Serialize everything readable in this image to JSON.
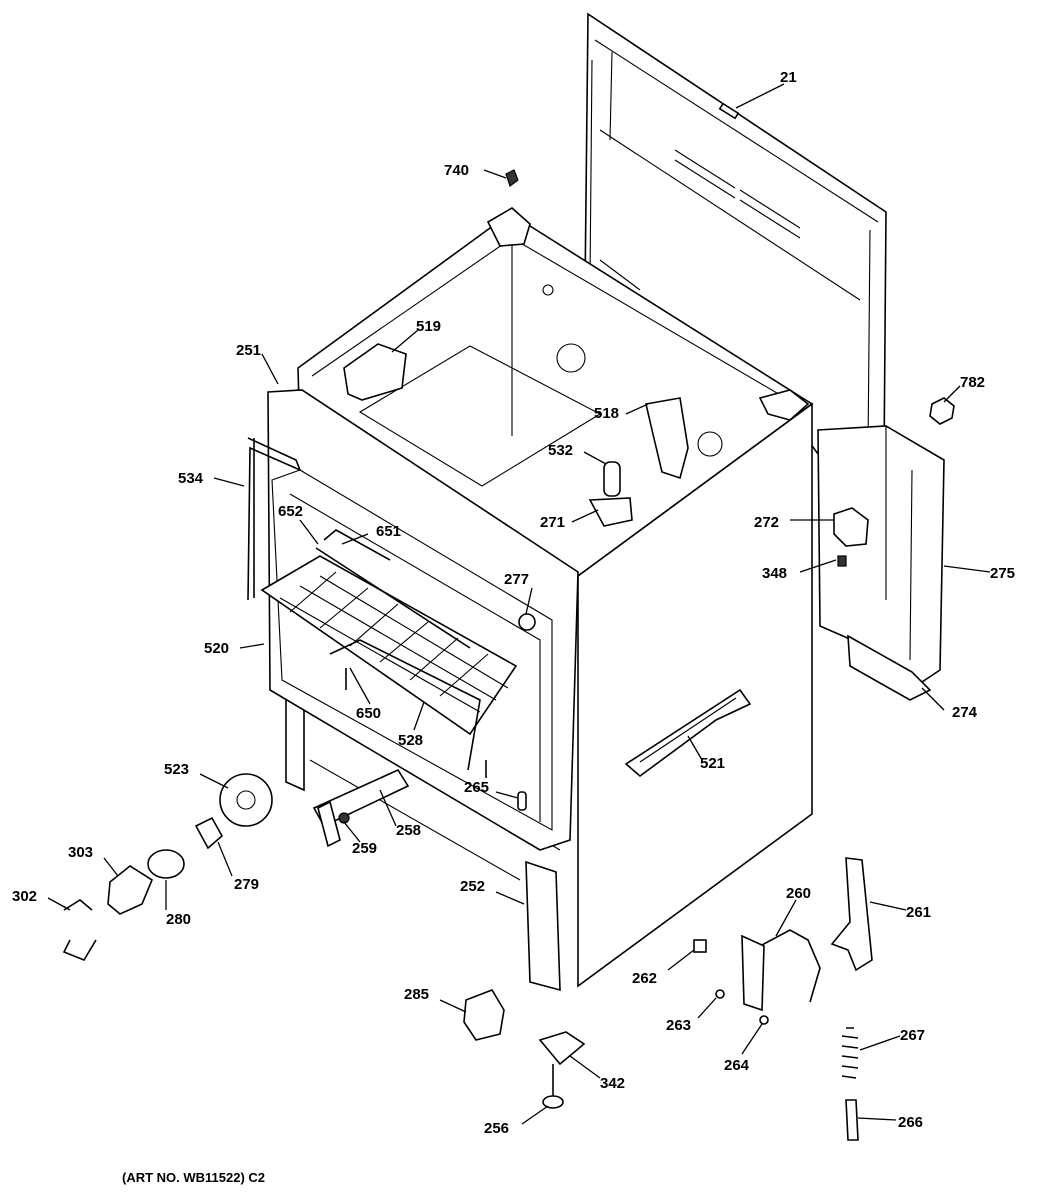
{
  "diagram": {
    "art_number": "(ART NO. WB11522) C2",
    "parts": [
      {
        "id": "p21",
        "label": "21"
      },
      {
        "id": "p740",
        "label": "740"
      },
      {
        "id": "p519",
        "label": "519"
      },
      {
        "id": "p251",
        "label": "251"
      },
      {
        "id": "p782",
        "label": "782"
      },
      {
        "id": "p518",
        "label": "518"
      },
      {
        "id": "p534",
        "label": "534"
      },
      {
        "id": "p532",
        "label": "532"
      },
      {
        "id": "p652",
        "label": "652"
      },
      {
        "id": "p651",
        "label": "651"
      },
      {
        "id": "p271",
        "label": "271"
      },
      {
        "id": "p272",
        "label": "272"
      },
      {
        "id": "p348",
        "label": "348"
      },
      {
        "id": "p275",
        "label": "275"
      },
      {
        "id": "p277",
        "label": "277"
      },
      {
        "id": "p520",
        "label": "520"
      },
      {
        "id": "p274",
        "label": "274"
      },
      {
        "id": "p650",
        "label": "650"
      },
      {
        "id": "p528",
        "label": "528"
      },
      {
        "id": "p521",
        "label": "521"
      },
      {
        "id": "p523",
        "label": "523"
      },
      {
        "id": "p265",
        "label": "265"
      },
      {
        "id": "p258",
        "label": "258"
      },
      {
        "id": "p303",
        "label": "303"
      },
      {
        "id": "p259",
        "label": "259"
      },
      {
        "id": "p279",
        "label": "279"
      },
      {
        "id": "p252",
        "label": "252"
      },
      {
        "id": "p260",
        "label": "260"
      },
      {
        "id": "p302",
        "label": "302"
      },
      {
        "id": "p280",
        "label": "280"
      },
      {
        "id": "p261",
        "label": "261"
      },
      {
        "id": "p262",
        "label": "262"
      },
      {
        "id": "p285",
        "label": "285"
      },
      {
        "id": "p263",
        "label": "263"
      },
      {
        "id": "p267",
        "label": "267"
      },
      {
        "id": "p342",
        "label": "342"
      },
      {
        "id": "p264",
        "label": "264"
      },
      {
        "id": "p256",
        "label": "256"
      },
      {
        "id": "p266",
        "label": "266"
      }
    ]
  }
}
